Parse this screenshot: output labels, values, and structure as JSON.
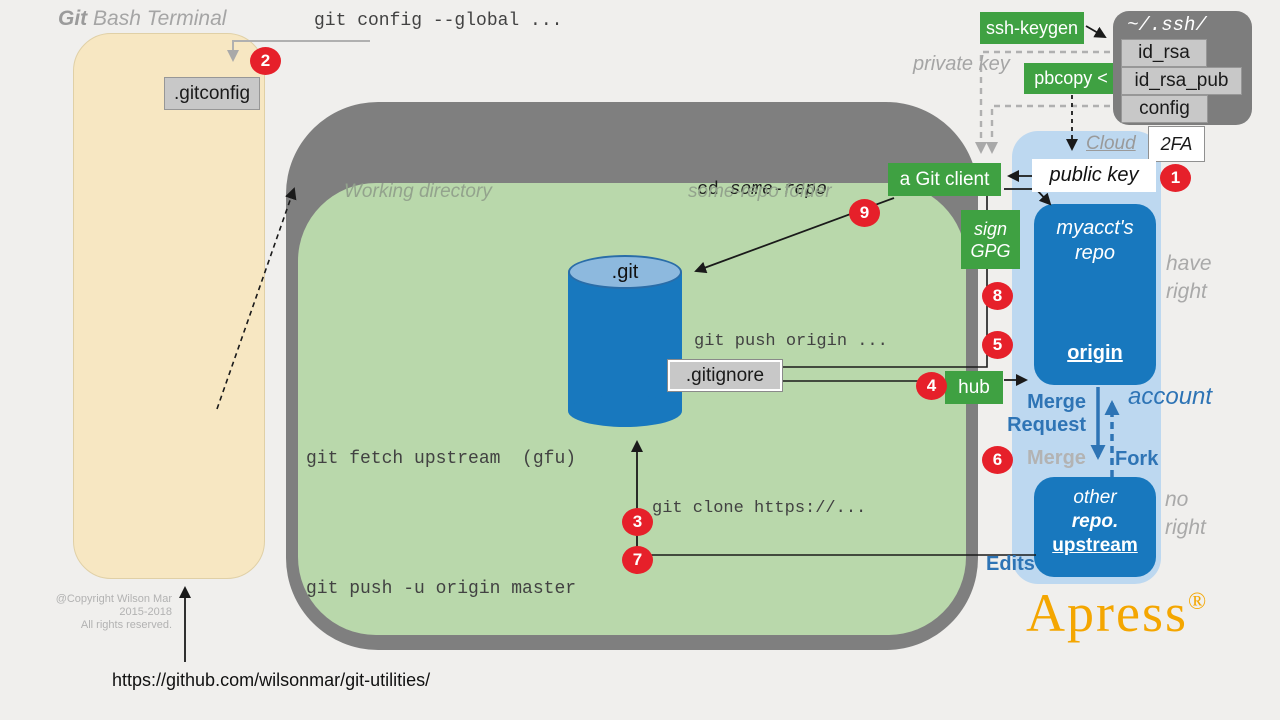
{
  "colors": {
    "background": "#f0efed",
    "terminal_tan": "#f7e7c2",
    "outer_gray": "#7f7f7f",
    "working_green": "#b9d8ab",
    "cloud_blue": "#bdd8f0",
    "repo_blue": "#1878be",
    "button_green": "#3fa142",
    "marker_red": "#e6202a",
    "accent_blue_text": "#2e74b5",
    "brand_orange": "#f4a600",
    "file_box_gray": "#c8c8c8"
  },
  "terminal": {
    "title_git": "Git",
    "title_rest": " Bash Terminal",
    "gitconfig": ".gitconfig",
    "copyright": [
      "@Copyright Wilson Mar",
      "2015-2018",
      "All rights reserved."
    ],
    "url": "https://github.com/wilsonmar/git-utilities/"
  },
  "commands": {
    "config_global": "git config --global ...",
    "cd": "cd ",
    "cd_repo": "some-repo",
    "push_origin": "git push origin ...",
    "fetch": "git fetch upstream  (gfu)",
    "clone": "git clone https://...",
    "push_u": "git push -u origin master"
  },
  "workdir": {
    "label": "Working directory",
    "folder": "some-repo folder",
    "gitdb": ".git",
    "gitignore": ".gitignore"
  },
  "tools": {
    "ssh_keygen": "ssh-keygen",
    "pbcopy": "pbcopy <",
    "git_client": "a Git client",
    "sign_l1": "sign",
    "sign_l2": "GPG",
    "hub": "hub"
  },
  "ssh": {
    "dir": "~/.ssh/",
    "files": [
      "id_rsa",
      "id_rsa_pub",
      "config"
    ],
    "private_key": "private key",
    "public_key": "public key"
  },
  "cloud": {
    "label": "Cloud",
    "twofa": "2FA",
    "myacct_l1": "myacct's",
    "myacct_l2": "repo",
    "origin": "origin",
    "have_l1": "have",
    "have_l2": "right",
    "merge_request_l1": "Merge",
    "merge_request_l2": "Request",
    "merge": "Merge",
    "fork": "Fork",
    "account": "account",
    "other_l1": "other",
    "other_l2": "repo.",
    "upstream": "upstream",
    "no_l1": "no",
    "no_l2": "right",
    "edits": "Edits"
  },
  "markers": {
    "m1": "1",
    "m2": "2",
    "m3": "3",
    "m4": "4",
    "m5": "5",
    "m6": "6",
    "m7": "7",
    "m8": "8",
    "m9": "9"
  },
  "brand": {
    "name": "Apress",
    "reg": "®"
  }
}
